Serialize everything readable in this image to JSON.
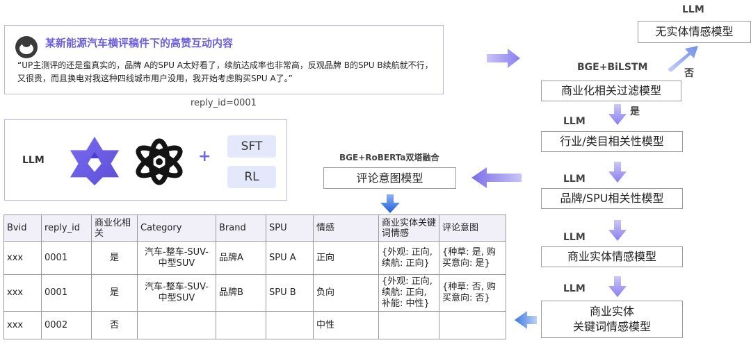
{
  "comment": {
    "title": "某新能源汽车横评稿件下的高赞互动内容",
    "body": "“UP主测评的还是蛮真实的，品牌 A的SPU A太好看了，续航达成率也非常高，反观品牌 B的SPU B续航就不行，又很贵，而且换电对我这种四线城市用户没用，我开始考虑购买SPU A了。”",
    "reply_id": "reply_id=0001"
  },
  "model_panel": {
    "llm_label": "LLM",
    "plus": "+",
    "sft": "SFT",
    "rl": "RL"
  },
  "flow": {
    "llm_top": "LLM",
    "no_entity_model": "无实体情感模型",
    "bge_bilstm": "BGE+BiLSTM",
    "no": "否",
    "commercial_filter": "商业化相关过滤模型",
    "yes": "是",
    "llm_2": "LLM",
    "industry_model": "行业/类目相关性模型",
    "llm_3": "LLM",
    "brand_model": "品牌/SPU相关性模型",
    "llm_4": "LLM",
    "entity_sentiment_model": "商业实体情感模型",
    "llm_5": "LLM",
    "keyword_line1": "商业实体",
    "keyword_line2": "关键词情感模型",
    "bge_roberta": "BGE+RoBERTa双塔融合",
    "intent_model": "评论意图模型"
  },
  "table": {
    "headers": [
      "Bvid",
      "reply_id",
      "商业化相关",
      "Category",
      "Brand",
      "SPU",
      "情感",
      "商业实体关键词情感",
      "评论意图"
    ],
    "rows": [
      [
        "xxx",
        "0001",
        "是",
        "汽车-整车-SUV-中型SUV",
        "品牌A",
        "SPU A",
        "正向",
        "{外观: 正向, 续航: 正向}",
        "{种草: 是, 购买意向: 是}"
      ],
      [
        "xxx",
        "0001",
        "是",
        "汽车-整车-SUV-中型SUV",
        "品牌B",
        "SPU B",
        "负向",
        "{外观: 正向, 续航: 正向, 补能: 中性}",
        "{种草: 否, 购买意向: 否}"
      ],
      [
        "xxx",
        "0002",
        "否",
        "",
        "",
        "",
        "中性",
        "",
        ""
      ]
    ]
  },
  "colors": {
    "accent": "#6b5fdc",
    "arrow_blue": "#2a6de0",
    "arrow_purple": "#8a7ef0",
    "pill_bg": "#e4e8fb",
    "table_header_bg": "#f1eff8"
  }
}
